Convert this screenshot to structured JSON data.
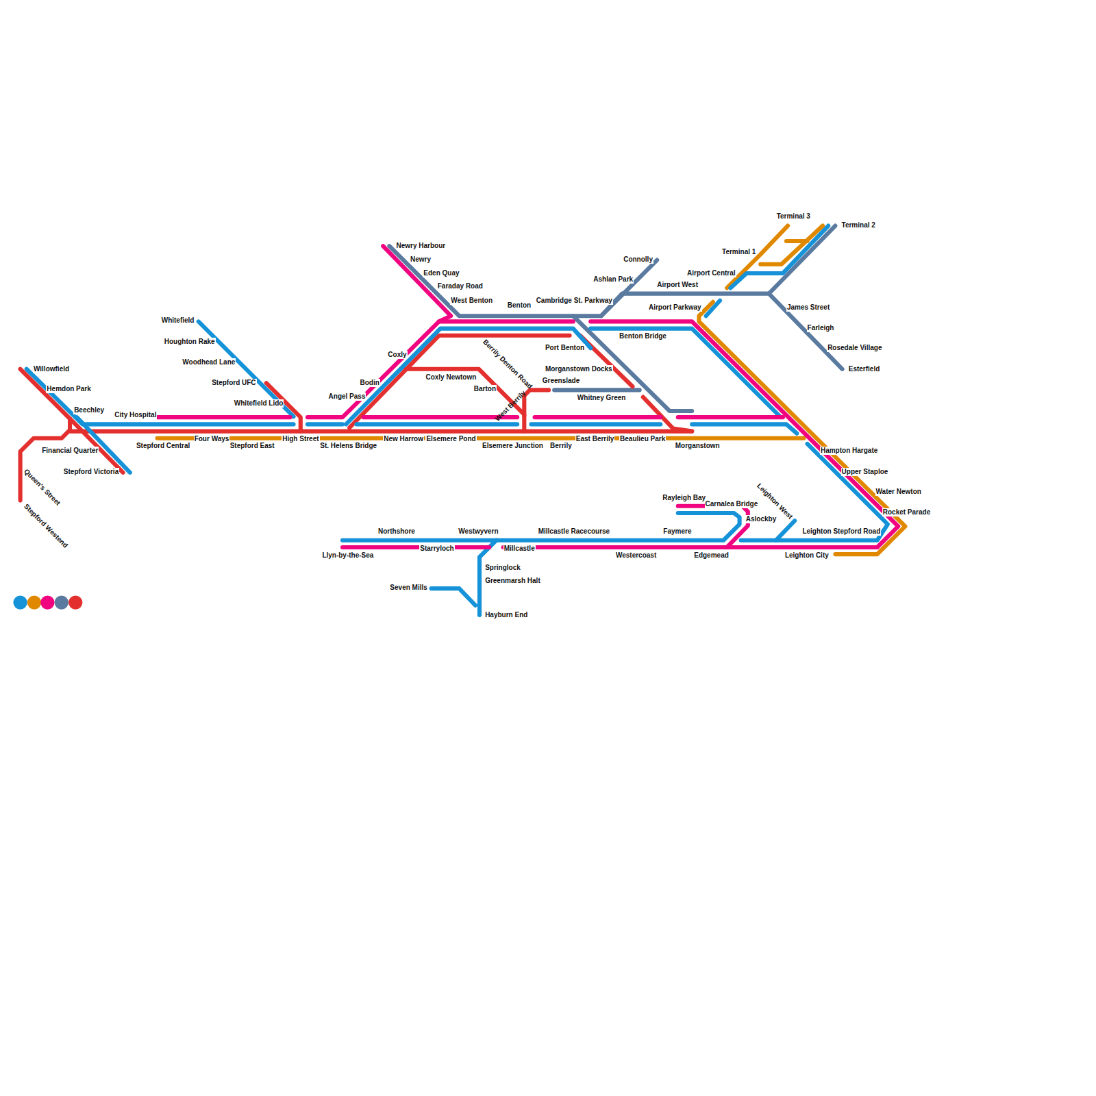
{
  "diagram": {
    "labels": [
      "Terminal 3",
      "Terminal 2",
      "Terminal 1",
      "Connolly",
      "Airport Central",
      "Ashlan Park",
      "Airport West",
      "Newry Harbour",
      "Newry",
      "Eden Quay",
      "Faraday Road",
      "West Benton",
      "Cambridge St. Parkway",
      "Airport Parkway",
      "Benton",
      "James Street",
      "Whitefield",
      "Farleigh",
      "Benton Bridge",
      "Houghton Rake",
      "Port Benton",
      "Rosedale Village",
      "Berrily Denton Road",
      "Coxly",
      "Woodhead Lane",
      "Morganstown Docks",
      "Esterfield",
      "Coxly Newtown",
      "Greenslade",
      "Bodin",
      "Stepford UFC",
      "Barton",
      "Angel Pass",
      "Whitney Green",
      "Whitefield Lido",
      "West Berrily",
      "Beechley",
      "City Hospital",
      "Willowfield",
      "Hemdon Park",
      "Four Ways",
      "High Street",
      "New Harrow",
      "Elsemere Pond",
      "East Berrily",
      "Beaulieu Park",
      "Stepford Central",
      "Stepford East",
      "St. Helens Bridge",
      "Elsemere Junction",
      "Berrily",
      "Morganstown",
      "Financial Quarter",
      "Hampton Hargate",
      "Stepford Victoria",
      "Upper Staploe",
      "Queen's Street",
      "Stepford Westend",
      "Water Newton",
      "Leighton West",
      "Rayleigh Bay",
      "Carnalea Bridge",
      "Rocket Parade",
      "Aslockby",
      "Northshore",
      "Westwyvern",
      "Millcastle Racecourse",
      "Faymere",
      "Leighton Stepford Road",
      "Llyn-by-the-Sea",
      "Starryloch",
      "Millcastle",
      "Westercoast",
      "Edgemead",
      "Leighton City",
      "Springlock",
      "Greenmarsh Halt",
      "Seven Mills",
      "Hayburn End"
    ]
  }
}
